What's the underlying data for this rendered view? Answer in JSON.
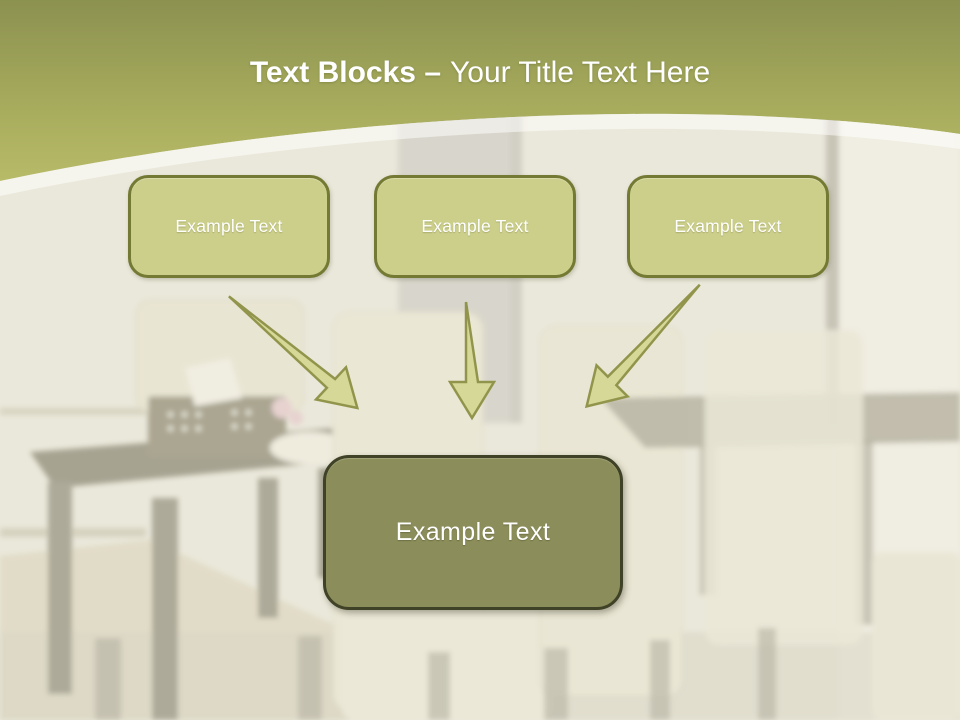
{
  "slide": {
    "title": {
      "bold": "Text Blocks –",
      "regular": "Your Title Text Here"
    },
    "top_blocks": [
      {
        "label": "Example Text"
      },
      {
        "label": "Example Text"
      },
      {
        "label": "Example Text"
      }
    ],
    "bottom_block": {
      "label": "Example Text"
    },
    "arrows": [
      {
        "name": "diagonal-down-right-arrow"
      },
      {
        "name": "straight-down-arrow"
      },
      {
        "name": "diagonal-down-left-arrow"
      }
    ],
    "colors": {
      "header_gradient_top": "#8c9150",
      "header_gradient_bottom": "#c9cb74",
      "top_block_fill": "#cbcf8a",
      "top_block_border": "#747a34",
      "bottom_block_fill": "#8b8d5a",
      "bottom_block_border": "#3f4226",
      "arrow_fill": "#d6d897",
      "arrow_border": "#91954c",
      "title_text": "#ffffff",
      "block_text": "#ffffff"
    }
  }
}
